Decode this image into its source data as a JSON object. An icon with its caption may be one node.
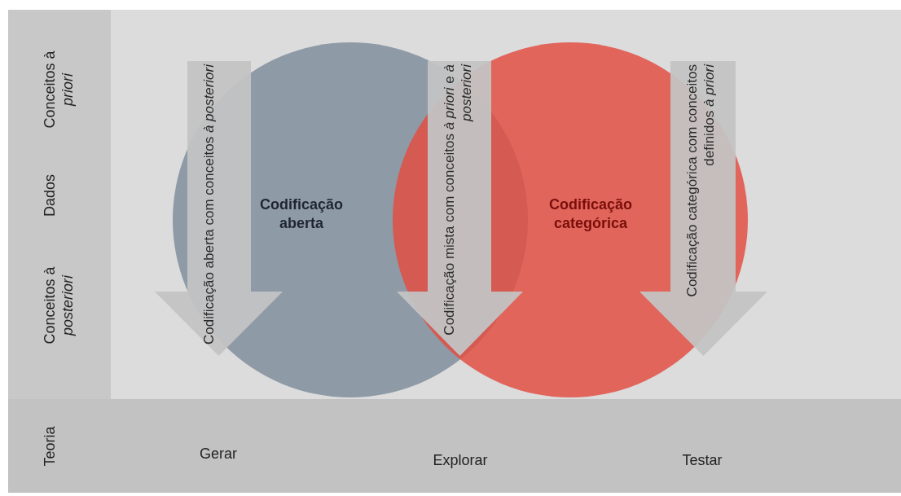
{
  "diagram": {
    "nodes": [
      {
        "text": [
          "Codificação aberta"
        ]
      },
      {
        "text": [
          "Codificação categórica"
        ]
      },
      {
        "text": [
          "Codificação aberta com conceitos *à posteriori*"
        ]
      },
      {
        "text": [
          "Codificação mista com conceitos *à priori* e *à posteriori*"
        ]
      },
      {
        "text": [
          "Codificação categórica com conceitos definidos *à priori*"
        ]
      }
    ],
    "labels": [
      "Conceitos à *priori*",
      "Dados",
      "Conceitos à *posteriori*",
      "Teoria",
      "Gerar",
      "Explorar",
      "Testar"
    ]
  }
}
